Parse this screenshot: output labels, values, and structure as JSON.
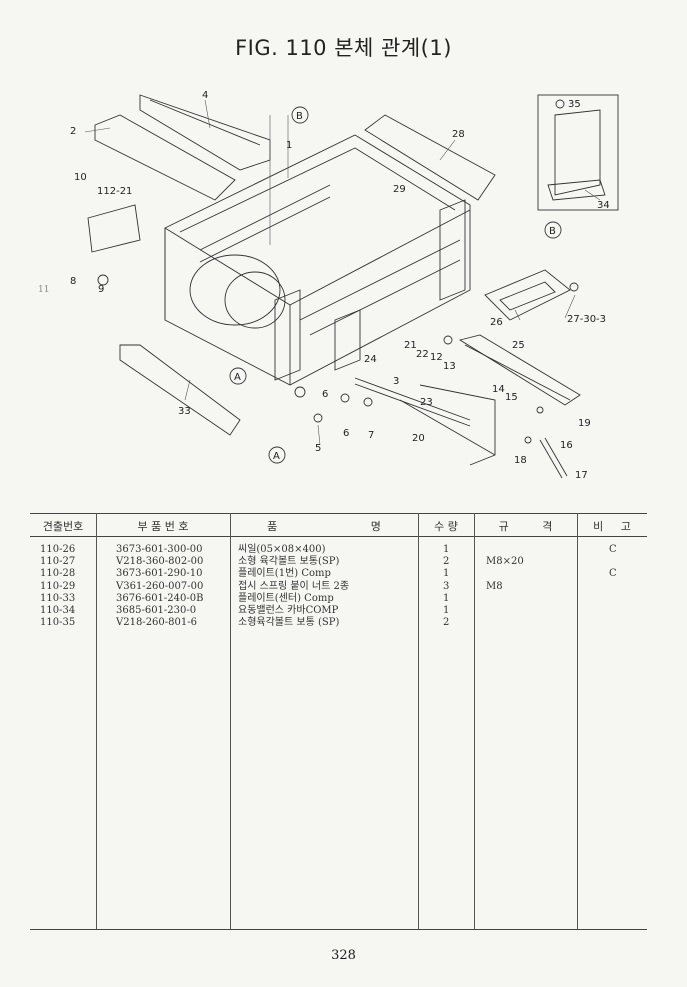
{
  "title": "FIG. 110 본체 관계(1)",
  "margin_mark": "11",
  "callouts": {
    "c2": "2",
    "c4": "4",
    "c10": "10",
    "c112_21": "112-21",
    "c8": "8",
    "c1": "1",
    "cB1": "B",
    "c28": "28",
    "c29": "29",
    "c35": "35",
    "c34": "34",
    "cB2": "B",
    "c26": "26",
    "c27_30_3": "27-30-3",
    "c25": "25",
    "c24": "24",
    "c21": "21",
    "c22": "22",
    "c12": "12",
    "c13": "13",
    "c3": "3",
    "c14": "14",
    "c15": "15",
    "c19": "19",
    "c16": "16",
    "c18": "18",
    "c17": "17",
    "c23": "23",
    "c20": "20",
    "c6a": "6",
    "c6b": "6",
    "c7": "7",
    "c5": "5",
    "cA1": "A",
    "cA2": "A",
    "c33": "33",
    "c9": "9"
  },
  "table": {
    "headers": {
      "no": "견출번호",
      "part": "부 품 번 호",
      "name": "품 명",
      "qty": "수 량",
      "spec": "규 격",
      "note": "비 고"
    },
    "rows": [
      {
        "no": "110-26",
        "part": "3673-601-300-00",
        "name": "씨일(05×08×400)",
        "qty": "1",
        "spec": "",
        "note": "C"
      },
      {
        "no": "110-27",
        "part": "V218-360-802-00",
        "name": "소형 육각볼트 보통(SP)",
        "qty": "2",
        "spec": "M8×20",
        "note": ""
      },
      {
        "no": "110-28",
        "part": "3673-601-290-10",
        "name": "플레이트(1번) Comp",
        "qty": "1",
        "spec": "",
        "note": "C"
      },
      {
        "no": "110-29",
        "part": "V361-260-007-00",
        "name": "접시 스프링 붙이 너트 2종",
        "qty": "3",
        "spec": "M8",
        "note": ""
      },
      {
        "no": "110-33",
        "part": "3676-601-240-0B",
        "name": "플레이트(센터) Comp",
        "qty": "1",
        "spec": "",
        "note": ""
      },
      {
        "no": "110-34",
        "part": "3685-601-230-0",
        "name": "요동밸런스 카바COMP",
        "qty": "1",
        "spec": "",
        "note": ""
      },
      {
        "no": "110-35",
        "part": "V218-260-801-6",
        "name": "소형육각볼트 보통 (SP)",
        "qty": "2",
        "spec": "",
        "note": ""
      }
    ]
  },
  "page_number": "328"
}
